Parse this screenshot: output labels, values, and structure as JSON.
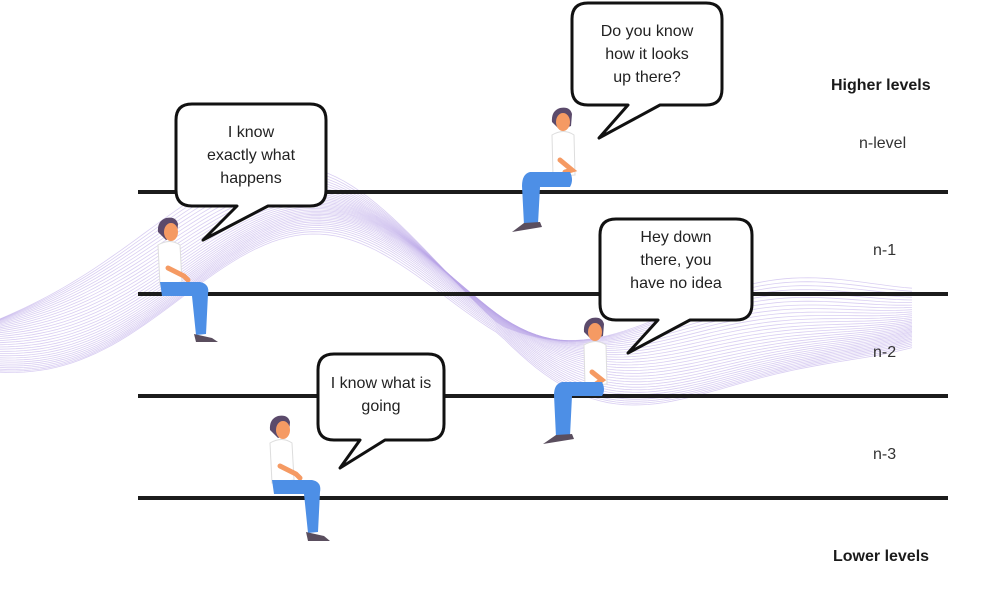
{
  "diagram": {
    "heading_top": "Higher levels",
    "heading_bottom": "Lower levels",
    "levels": [
      "n-level",
      "n-1",
      "n-2",
      "n-3"
    ]
  },
  "bubbles": [
    {
      "text": "I know\nexactly what\nhappens"
    },
    {
      "text": "Do you know\nhow it looks\nup there?"
    },
    {
      "text": "Hey down\nthere, you\nhave no idea"
    },
    {
      "text": "I know what is\ngoing"
    }
  ],
  "colors": {
    "line": "#1c1c1c",
    "wave": "#b9a6e8",
    "skin": "#f59a63",
    "hair": "#5b4a6b",
    "shirt": "#ffffff",
    "pants": "#4d8fe6",
    "shoe": "#5a4e5e"
  }
}
